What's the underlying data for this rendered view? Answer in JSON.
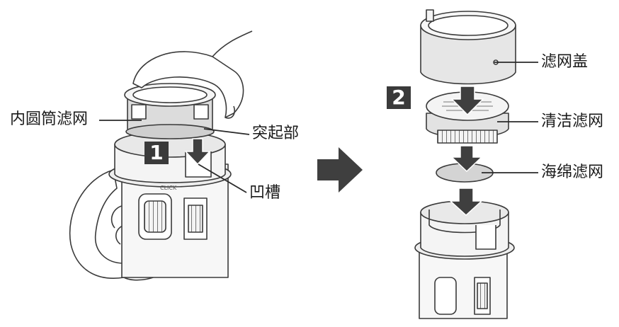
{
  "steps": {
    "one": "1",
    "two": "2"
  },
  "labels": {
    "inner_filter": "内圆筒滤网",
    "protrusion": "突起部",
    "groove": "凹槽",
    "filter_cover": "滤网盖",
    "clean_filter": "清洁滤网",
    "sponge_filter": "海绵滤网"
  },
  "colors": {
    "ink": "#3a3a3a",
    "fill": "#f2f2f2",
    "shade": "#d9d9d9",
    "arrow": "#3f3f3f"
  }
}
